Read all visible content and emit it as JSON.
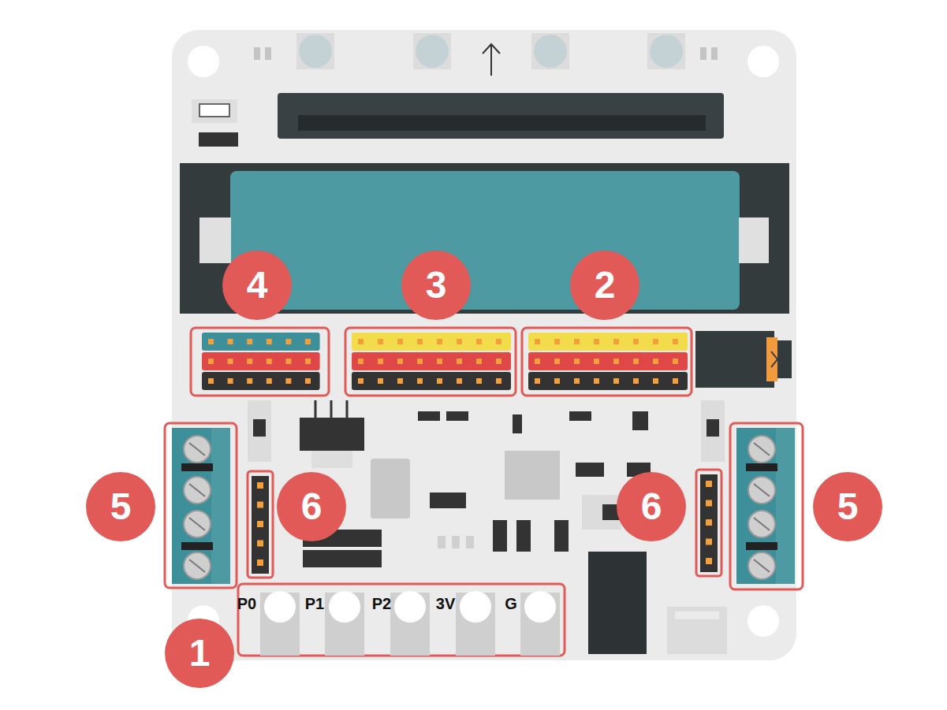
{
  "diagram": {
    "labels": [
      "4",
      "3",
      "2",
      "5",
      "6",
      "6",
      "5",
      "P0",
      "P1",
      "P2",
      "3V",
      "G",
      "1"
    ]
  }
}
